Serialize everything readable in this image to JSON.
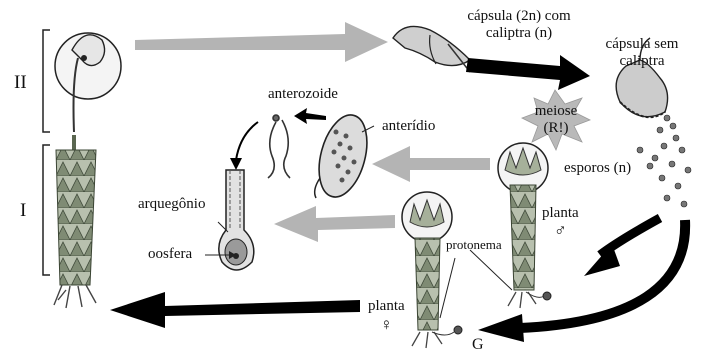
{
  "labels": {
    "roman_ii": "II",
    "roman_i": "I",
    "capsula_2n_line1": "cápsula (2n) com",
    "capsula_2n_line2": "caliptra (n)",
    "capsula_sem_line1": "cápsula sem",
    "capsula_sem_line2": "caliptra",
    "meiose_line1": "meiose",
    "meiose_line2": "(R!)",
    "esporos": "esporos (n)",
    "anterozoide": "anterozoide",
    "anteridio": "anterídio",
    "arquegonio": "arquegônio",
    "oosfera": "oosfera",
    "planta_male": "planta",
    "male_symbol": "♂",
    "protonema": "protonema",
    "planta_female": "planta",
    "female_symbol": "♀",
    "g_label": "G"
  },
  "colors": {
    "light_arrow": "#b4b4b4",
    "dark_arrow": "#000000",
    "plant_leaf": "#9aa58f",
    "meiose_star": "#b9b9b9"
  }
}
